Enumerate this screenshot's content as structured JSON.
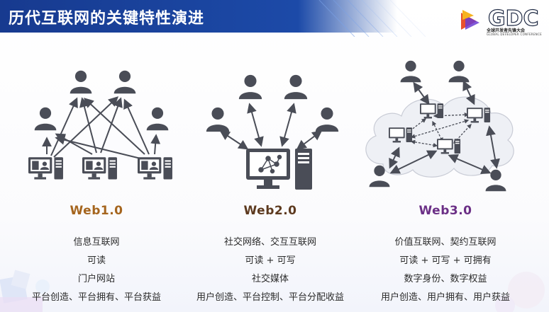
{
  "title": "历代互联网的关键特性演进",
  "logo": {
    "text": "GDC",
    "subtitle": "全球开发者先锋大会",
    "subtitle_en": "GLOBAL DEVELOPER CONFERENCE"
  },
  "columns": [
    {
      "title": "Web1.0",
      "color": "#a5651e",
      "lines": [
        "信息互联网",
        "可读",
        "门户网站",
        "平台创造、平台拥有、平台获益"
      ]
    },
    {
      "title": "Web2.0",
      "color": "#5d3a1f",
      "lines": [
        "社交网络、交互互联网",
        "可读 + 可写",
        "社交媒体",
        "用户创造、平台控制、平台分配收益"
      ]
    },
    {
      "title": "Web3.0",
      "color": "#6b2f86",
      "lines": [
        "价值互联网、契约互联网",
        "可读 + 可写 + 可拥有",
        "数字身份、数字权益",
        "用户创造、用户拥有、用户获益"
      ]
    }
  ],
  "colors": {
    "header": "#1c4aa8",
    "icon": "#4a4d57",
    "cloud": "#eef0f5"
  },
  "icons": [
    "person-icon",
    "computer-icon",
    "server-icon",
    "cloud-icon",
    "network-icon"
  ]
}
